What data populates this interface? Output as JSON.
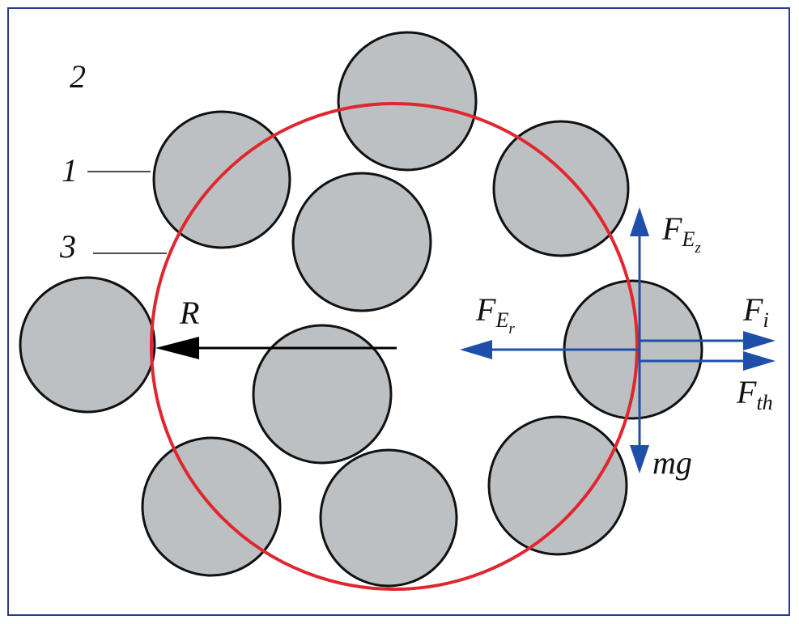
{
  "labels": {
    "region": "2",
    "particle": "1",
    "orbit": "3",
    "radius": "R"
  },
  "forces": {
    "ez": {
      "main": "F",
      "sub": "E",
      "subsub": "z"
    },
    "er": {
      "main": "F",
      "sub": "E",
      "subsub": "r"
    },
    "i": {
      "main": "F",
      "sub": "i"
    },
    "th": {
      "main": "F",
      "sub": "th"
    },
    "mg": "mg"
  },
  "colors": {
    "frame": "#2b3a8f",
    "orbit": "#e0262e",
    "particle_fill": "#bcc0c2",
    "force": "#1f4fa8",
    "radius_arrow": "#000000"
  }
}
